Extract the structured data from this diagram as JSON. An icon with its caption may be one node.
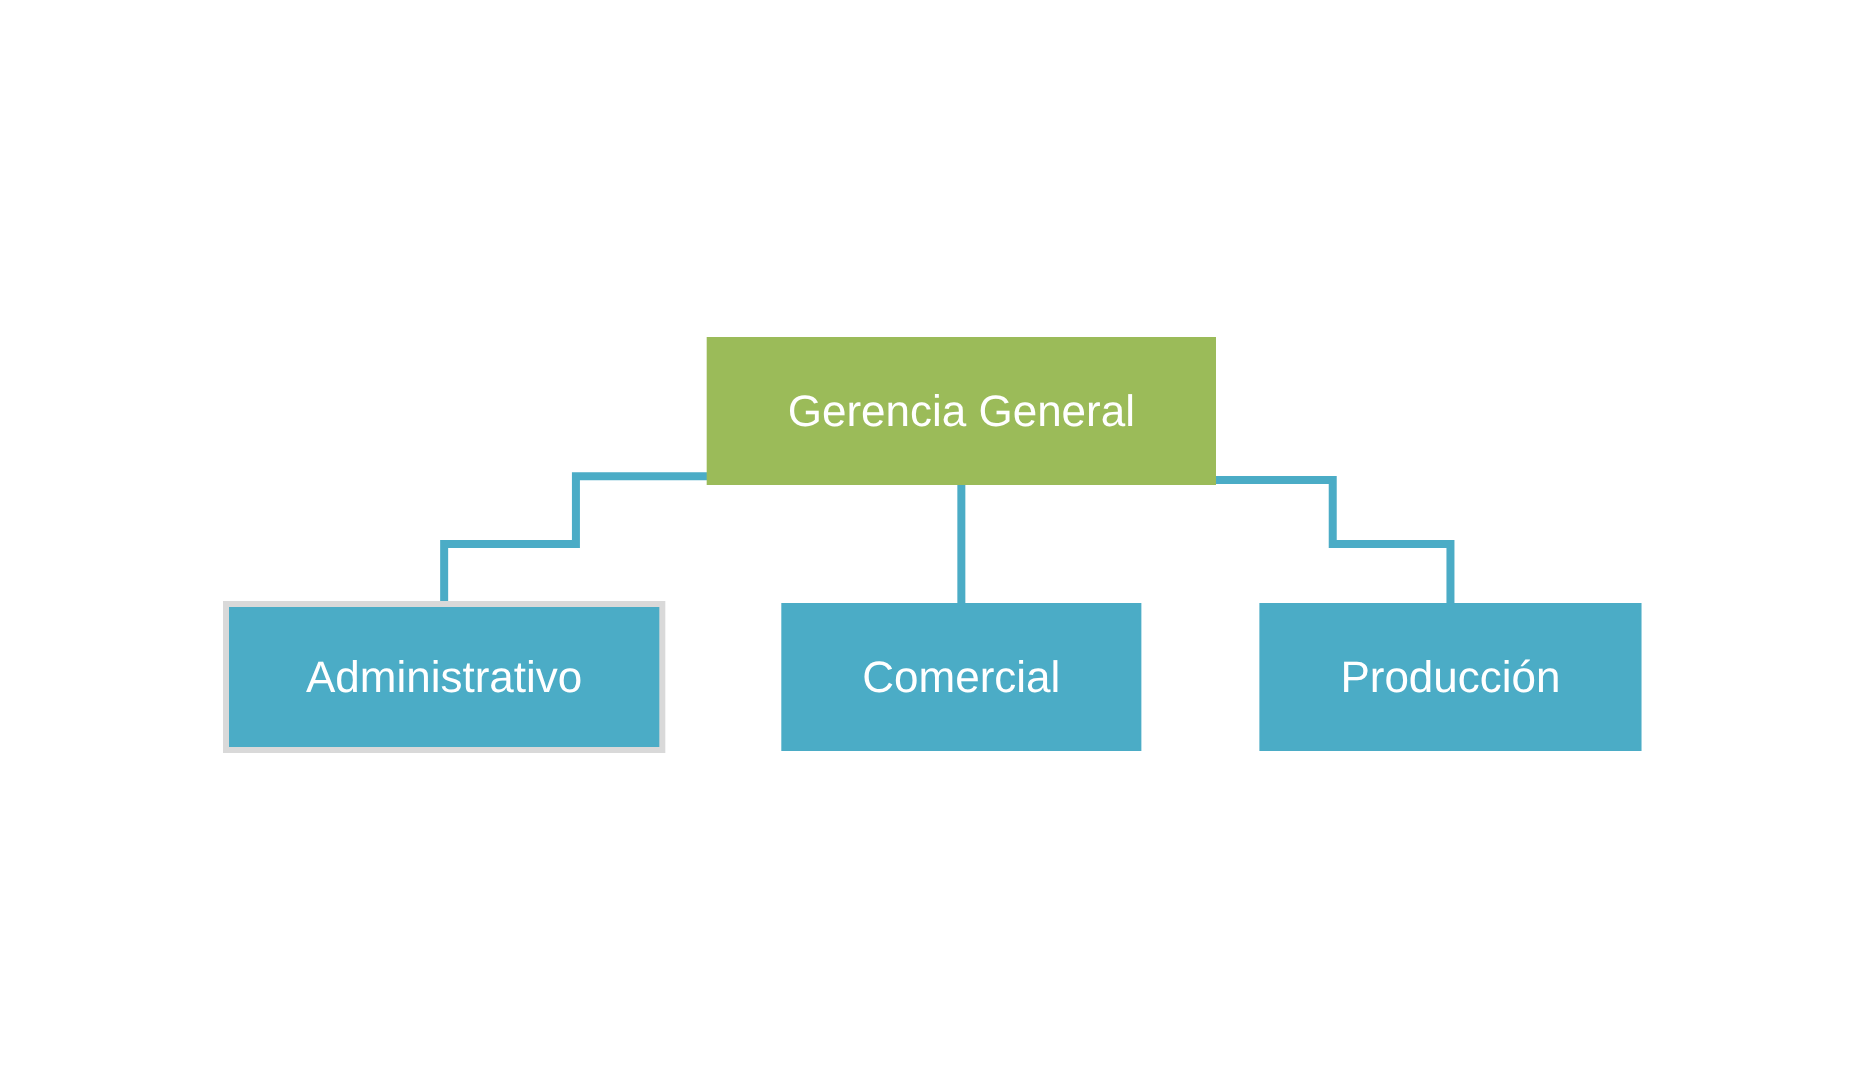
{
  "diagram": {
    "nodes": [
      {
        "text": [
          "Gerencia General"
        ]
      },
      {
        "text": [
          "Administrativo"
        ]
      },
      {
        "text": [
          "Comercial"
        ]
      },
      {
        "text": [
          "Producción"
        ]
      }
    ],
    "edges": [
      {
        "from": 0,
        "to": 1,
        "arrow": "none"
      },
      {
        "from": 0,
        "to": 2,
        "arrow": "none"
      },
      {
        "from": 0,
        "to": 3,
        "arrow": "none"
      }
    ]
  }
}
